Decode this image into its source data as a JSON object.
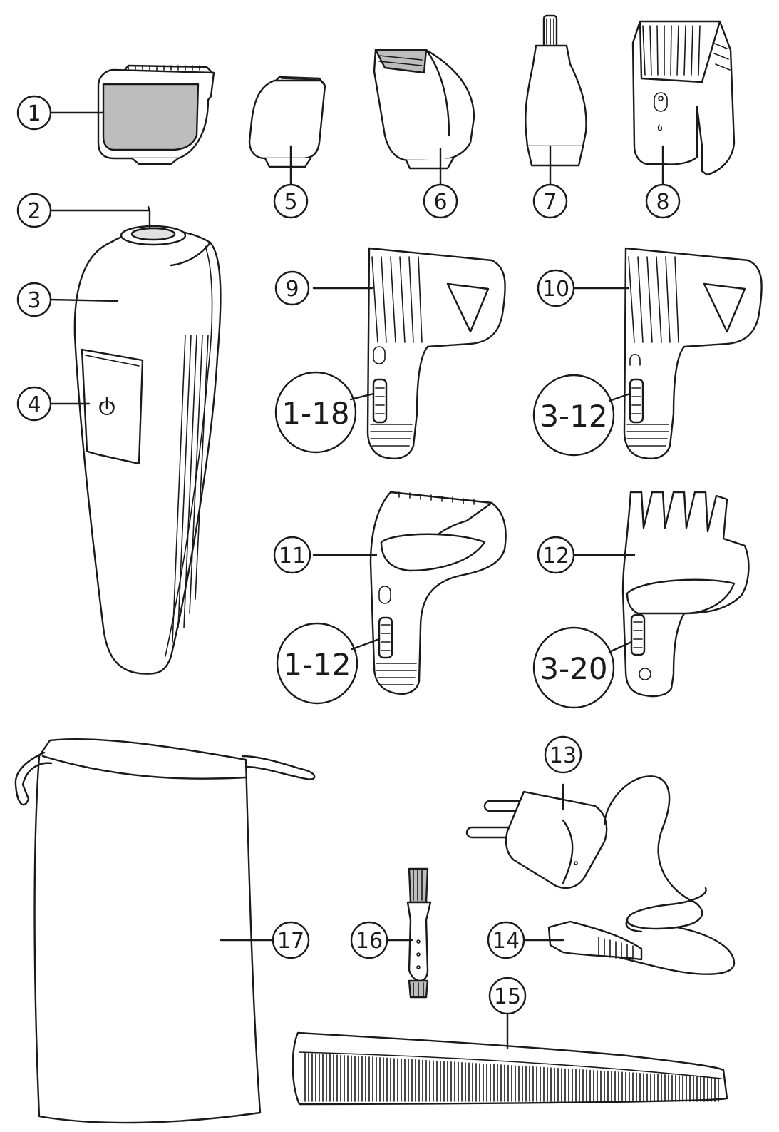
{
  "callouts": [
    {
      "id": "c1",
      "label": "1"
    },
    {
      "id": "c2",
      "label": "2"
    },
    {
      "id": "c3",
      "label": "3"
    },
    {
      "id": "c4",
      "label": "4"
    },
    {
      "id": "c5",
      "label": "5"
    },
    {
      "id": "c6",
      "label": "6"
    },
    {
      "id": "c7",
      "label": "7"
    },
    {
      "id": "c8",
      "label": "8"
    },
    {
      "id": "c9",
      "label": "9"
    },
    {
      "id": "c10",
      "label": "10"
    },
    {
      "id": "c11",
      "label": "11"
    },
    {
      "id": "c12",
      "label": "12"
    },
    {
      "id": "c13",
      "label": "13"
    },
    {
      "id": "c14",
      "label": "14"
    },
    {
      "id": "c15",
      "label": "15"
    },
    {
      "id": "c16",
      "label": "16"
    },
    {
      "id": "c17",
      "label": "17"
    }
  ],
  "ranges": [
    {
      "id": "r9",
      "label": "1-18"
    },
    {
      "id": "r10",
      "label": "3-12"
    },
    {
      "id": "r11",
      "label": "1-12"
    },
    {
      "id": "r12",
      "label": "3-20"
    }
  ],
  "icons": {
    "power": "power-icon"
  },
  "colors": {
    "line": "#1a1a1a",
    "shade": "#bdbdbd",
    "background": "#ffffff"
  }
}
